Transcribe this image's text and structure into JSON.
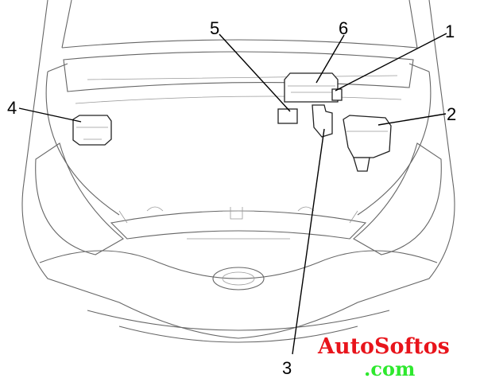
{
  "callouts": [
    {
      "id": 1,
      "label": "1"
    },
    {
      "id": 2,
      "label": "2"
    },
    {
      "id": 3,
      "label": "3"
    },
    {
      "id": 4,
      "label": "4"
    },
    {
      "id": 5,
      "label": "5"
    },
    {
      "id": 6,
      "label": "6"
    }
  ],
  "watermark": {
    "line1": "AutoSoftos",
    "line2": ".com",
    "color1": "#e8141b",
    "color2": "#2ee82e"
  }
}
